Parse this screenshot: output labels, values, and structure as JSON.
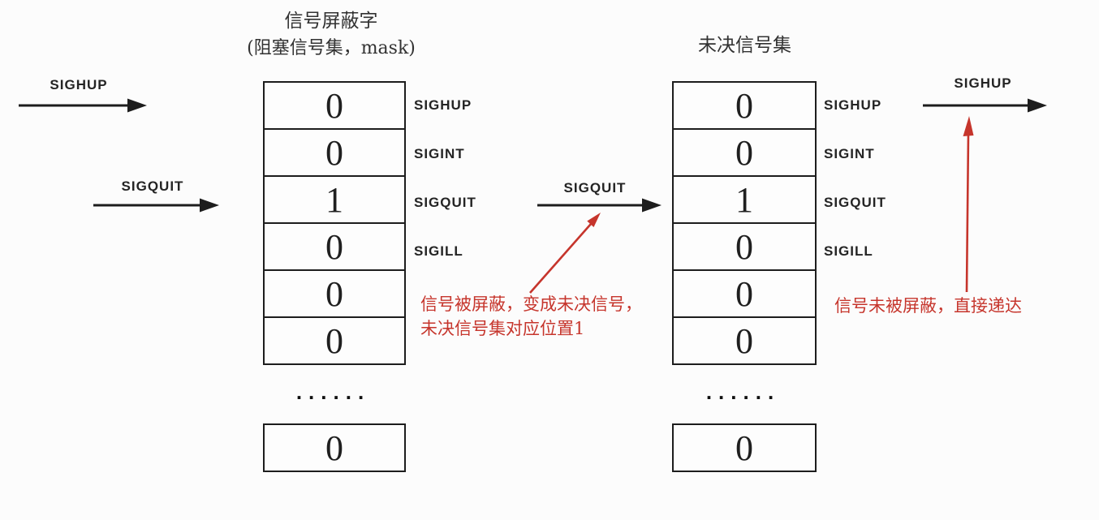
{
  "diagram": {
    "left": {
      "title_line1": "信号屏蔽字",
      "title_line2": "(阻塞信号集，mask)",
      "incoming": [
        {
          "label": "SIGHUP"
        },
        {
          "label": "SIGQUIT"
        }
      ],
      "cells": [
        "0",
        "0",
        "1",
        "0",
        "0",
        "0"
      ],
      "labels": [
        "SIGHUP",
        "SIGINT",
        "SIGQUIT",
        "SIGILL"
      ],
      "ellipsis": "......",
      "tail_cell": "0"
    },
    "middle": {
      "arrow_label": "SIGQUIT",
      "note_line1": "信号被屏蔽，变成未决信号，",
      "note_line2": "未决信号集对应位置1"
    },
    "right": {
      "title": "未决信号集",
      "cells": [
        "0",
        "0",
        "1",
        "0",
        "0",
        "0"
      ],
      "labels": [
        "SIGHUP",
        "SIGINT",
        "SIGQUIT",
        "SIGILL"
      ],
      "ellipsis": "......",
      "tail_cell": "0",
      "arrow_label": "SIGHUP",
      "note": "信号未被屏蔽，直接递达"
    },
    "colors": {
      "ink": "#1d1d1d",
      "red": "#c6352c",
      "background": "#fcfcfc"
    }
  }
}
